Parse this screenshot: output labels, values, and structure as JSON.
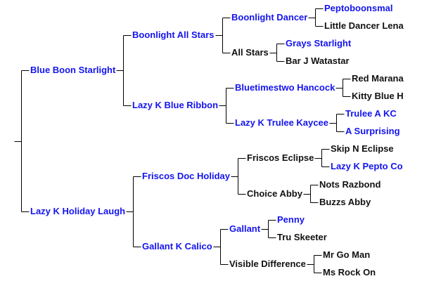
{
  "colors": {
    "linked": "#1414f0",
    "plain": "#111111",
    "lines": "#000000"
  },
  "pedigree": {
    "sire": {
      "name": "Blue Boon Starlight",
      "linked": true,
      "sire": {
        "name": "Boonlight All Stars",
        "linked": true,
        "sire": {
          "name": "Boonlight Dancer",
          "linked": true,
          "sire": {
            "name": "Peptoboonsmal",
            "linked": true
          },
          "dam": {
            "name": "Little Dancer Lena",
            "linked": false
          }
        },
        "dam": {
          "name": "All Stars",
          "linked": false,
          "sire": {
            "name": "Grays Starlight",
            "linked": true
          },
          "dam": {
            "name": "Bar J Watastar",
            "linked": false
          }
        }
      },
      "dam": {
        "name": "Lazy K Blue Ribbon",
        "linked": true,
        "sire": {
          "name": "Bluetimestwo Hancock",
          "linked": true,
          "sire": {
            "name": "Red Marana",
            "linked": false
          },
          "dam": {
            "name": "Kitty Blue H",
            "linked": false
          }
        },
        "dam": {
          "name": "Lazy K Trulee Kaycee",
          "linked": true,
          "sire": {
            "name": "Trulee A KC",
            "linked": true
          },
          "dam": {
            "name": "A Surprising",
            "linked": true
          }
        }
      }
    },
    "dam": {
      "name": "Lazy K Holiday Laugh",
      "linked": true,
      "sire": {
        "name": "Friscos Doc Holiday",
        "linked": true,
        "sire": {
          "name": "Friscos Eclipse",
          "linked": false,
          "sire": {
            "name": "Skip N Eclipse",
            "linked": false
          },
          "dam": {
            "name": "Lazy K Pepto Co",
            "linked": true
          }
        },
        "dam": {
          "name": "Choice Abby",
          "linked": false,
          "sire": {
            "name": "Nots Razbond",
            "linked": false
          },
          "dam": {
            "name": "Buzzs Abby",
            "linked": false
          }
        }
      },
      "dam": {
        "name": "Gallant K Calico",
        "linked": true,
        "sire": {
          "name": "Gallant",
          "linked": true,
          "sire": {
            "name": "Penny",
            "linked": true
          },
          "dam": {
            "name": "Tru Skeeter",
            "linked": false
          }
        },
        "dam": {
          "name": "Visible Difference",
          "linked": false,
          "sire": {
            "name": "Mr Go Man",
            "linked": false
          },
          "dam": {
            "name": "Ms Rock On",
            "linked": false
          }
        }
      }
    }
  }
}
